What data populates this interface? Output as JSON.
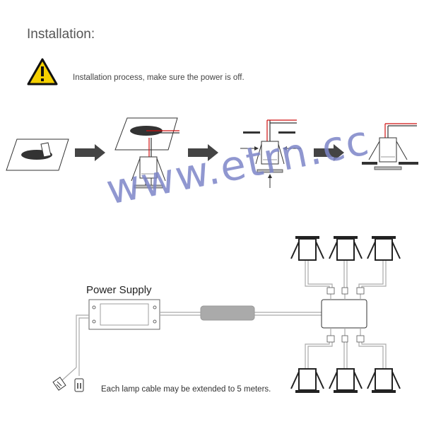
{
  "heading": "Installation:",
  "warning": {
    "icon": "warning-triangle-icon",
    "text": "Installation process, make sure the power is off."
  },
  "steps": [
    {
      "name": "cut-hole",
      "icon": "saw-cut-icon"
    },
    {
      "name": "insert-lamp",
      "icon": "panel-lamp-icon"
    },
    {
      "name": "press-springs",
      "icon": "spring-clip-icon"
    },
    {
      "name": "mounted-lamp",
      "icon": "mounted-lamp-icon"
    }
  ],
  "wiring": {
    "power_supply_label": "Power Supply",
    "note": "Each lamp cable may be extended to 5 meters."
  },
  "watermark": "www.etrn.cc",
  "colors": {
    "arrow": "#444444",
    "cable": "#aaaaaa",
    "accent": "#d01010",
    "warning": "#f5d000"
  }
}
